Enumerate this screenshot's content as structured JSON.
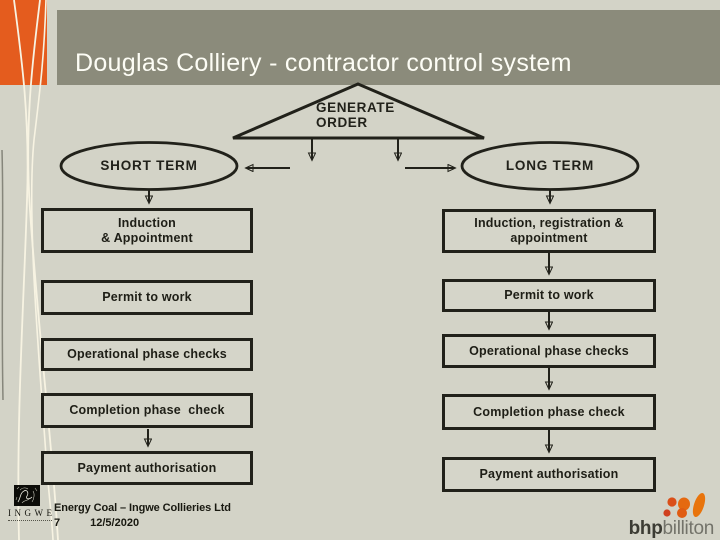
{
  "slide": {
    "title": "Douglas Colliery - contractor control system",
    "colors": {
      "background": "#d3d3c7",
      "header_bar": "#8b8b7b",
      "accent_orange": "#e45c1e",
      "line_dark": "#21211a",
      "title_text": "#fdfdf5",
      "bhp_orange": "#e8650f"
    }
  },
  "diagram": {
    "top_node": "GENERATE\nORDER",
    "branches": [
      {
        "label": "SHORT TERM",
        "steps": [
          "Induction\n& Appointment",
          "Permit to work",
          "Operational phase checks",
          "Completion phase  check",
          "Payment authorisation"
        ]
      },
      {
        "label": "LONG TERM",
        "steps": [
          "Induction, registration &\nappointment",
          "Permit to work",
          "Operational phase checks",
          "Completion phase check",
          "Payment authorisation"
        ]
      }
    ]
  },
  "footer": {
    "ingwe_logo_text": "INGWE",
    "org_line": "Energy Coal – Ingwe Collieries Ltd",
    "page_number": "7",
    "date": "12/5/2020",
    "brand": {
      "bold": "bhp",
      "regular": "billiton"
    }
  }
}
